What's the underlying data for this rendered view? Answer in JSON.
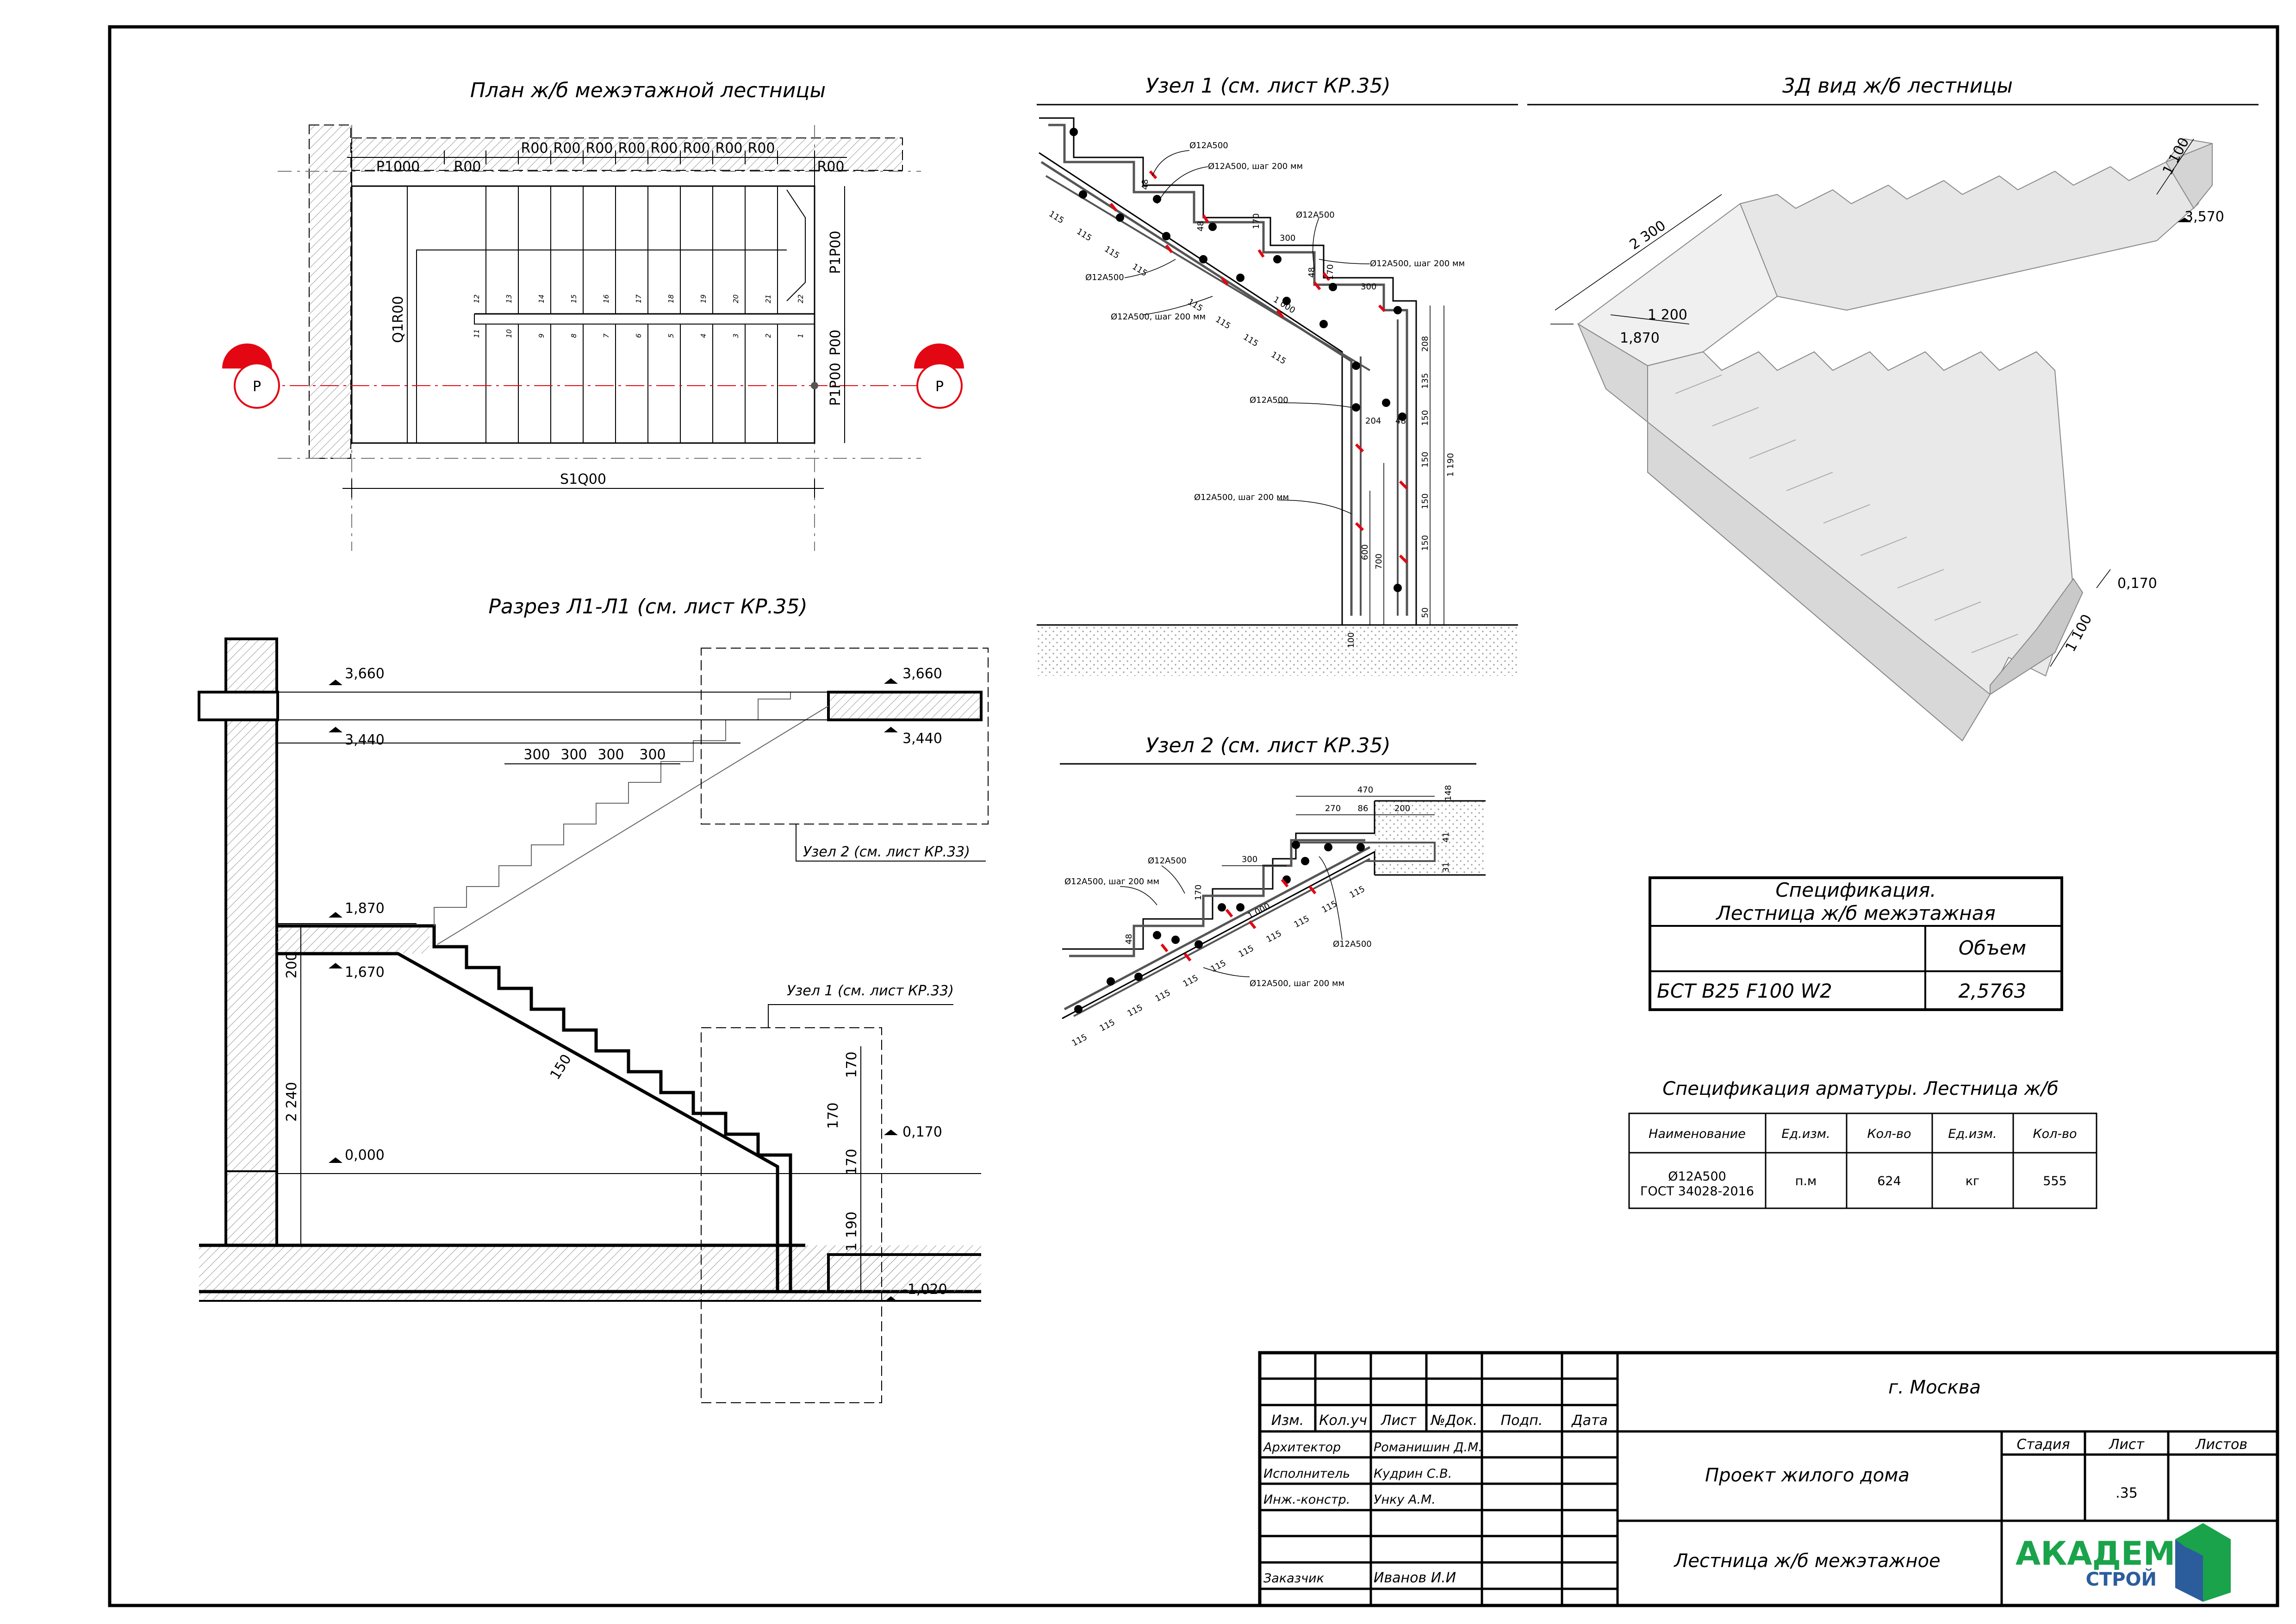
{
  "sheet": {
    "titles": {
      "plan": "План ж/б межэтажной лестницы",
      "section": "Разрез Л1-Л1 (см. лист КР.35)",
      "node1": "Узел 1 (см. лист КР.35)",
      "node2": "Узел 2 (см. лист КР.35)",
      "view3d": "3Д вид ж/б лестницы"
    }
  },
  "plan": {
    "dims_top": [
      "Р1000",
      "R00",
      "R00",
      "R00",
      "R00",
      "R00",
      "R00",
      "R00",
      "R00",
      "R00",
      "R00"
    ],
    "dim_left": "Q1R00",
    "dims_right": [
      "P1P00",
      "P00",
      "P1P00"
    ],
    "dim_bottom": "S1Q00",
    "section_marker": "Р",
    "steps_upper": [
      "12",
      "13",
      "14",
      "15",
      "16",
      "17",
      "18",
      "19",
      "20",
      "21",
      "22"
    ],
    "steps_lower": [
      "11",
      "10",
      "9",
      "8",
      "7",
      "6",
      "5",
      "4",
      "3",
      "2",
      "1"
    ]
  },
  "section": {
    "levels": [
      "3,660",
      "3,440",
      "1,870",
      "1,670",
      "0,000",
      "0,170",
      "3,660",
      "3,440",
      "-1,020"
    ],
    "treads": [
      "300",
      "300",
      "300",
      "300"
    ],
    "dims": [
      "200",
      "2 240",
      "150",
      "170",
      "170",
      "170",
      "1 190"
    ],
    "callout_node2": "Узел 2 (см. лист КР.33)",
    "callout_node1": "Узел 1 (см. лист КР.33)"
  },
  "node1": {
    "labels": [
      "Ø12A500",
      "Ø12A500, шаг 200 мм",
      "Ø12A500",
      "Ø12A500, шаг 200 мм",
      "Ø12A500",
      "Ø12A500, шаг 200 мм",
      "Ø12A500",
      "Ø12A500, шаг 200 мм"
    ],
    "dims": [
      "48",
      "48",
      "170",
      "300",
      "170",
      "300",
      "1 000",
      "48",
      "208",
      "135",
      "150",
      "150",
      "150",
      "150",
      "50",
      "1 190",
      "204",
      "48",
      "600",
      "700",
      "100",
      "115"
    ]
  },
  "node2": {
    "labels": [
      "Ø12A500",
      "Ø12A500, шаг 200 мм",
      "Ø12A500",
      "Ø12A500, шаг 200 мм"
    ],
    "dims": [
      "470",
      "270",
      "86",
      "200",
      "148",
      "41",
      "31",
      "300",
      "170",
      "48",
      "1 000",
      "115"
    ]
  },
  "view3d": {
    "dims": [
      "2 300",
      "1 200",
      "1,870",
      "1 100",
      "3,570",
      "0,170",
      "1 100"
    ]
  },
  "spec_concrete": {
    "title_line1": "Спецификация.",
    "title_line2": "Лестница ж/б межэтажная",
    "col_header": "Объем",
    "row_name": "БСТ В25 F100 W2",
    "row_value": "2,5763"
  },
  "spec_rebar": {
    "title": "Спецификация арматуры. Лестница ж/б",
    "headers": [
      "Наименование",
      "Ед.изм.",
      "Кол-во",
      "Ед.изм.",
      "Кол-во"
    ],
    "row": {
      "name_line1": "Ø12A500",
      "name_line2": "ГОСТ 34028-2016",
      "unit1": "п.м",
      "qty1": "624",
      "unit2": "кг",
      "qty2": "555"
    }
  },
  "title_block": {
    "city": "г. Москва",
    "project": "Проект жилого дома",
    "drawing": "Лестница ж/б межэтажное",
    "headers": [
      "Изм.",
      "Кол.уч",
      "Лист",
      "№Док.",
      "Подп.",
      "Дата"
    ],
    "roles": [
      "Архитектор",
      "Исполнитель",
      "Инж.-констр.",
      "Заказчик"
    ],
    "names": [
      "Романишин Д.М.",
      "Кудрин С.В.",
      "Унку А.М.",
      "Иванов И.И"
    ],
    "stage_label": "Стадия",
    "sheet_label": "Лист",
    "sheets_label": "Листов",
    "sheet_value": ".35",
    "logo_main": "АКАДЕМИК",
    "logo_sub": "СТРОЙ"
  },
  "colors": {
    "ink": "#000000",
    "red": "#e30613",
    "hatch": "#9a9a9a",
    "logo_green": "#1aa34a",
    "logo_blue": "#2b5d9c",
    "render_face": "#e8e8e8"
  }
}
